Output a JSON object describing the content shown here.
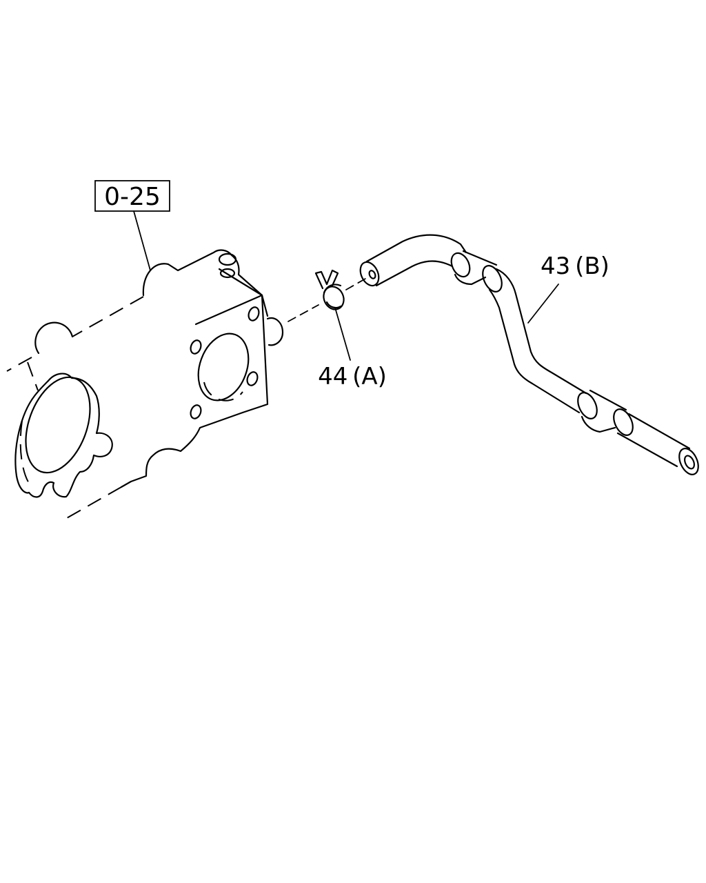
{
  "labels": {
    "ref_box": "0-25",
    "part_43": "43 (B)",
    "part_44": "44 (A)"
  },
  "colors": {
    "line": "#000000",
    "background": "#ffffff"
  }
}
